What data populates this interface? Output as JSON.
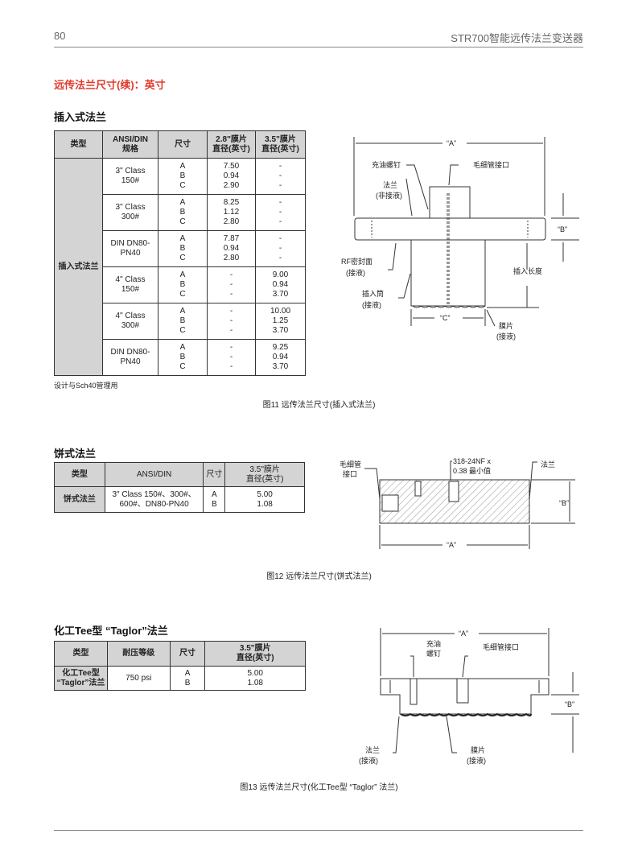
{
  "header": {
    "page_number": "80",
    "doc_title": "STR700智能远传法兰变送器"
  },
  "section_title": "远传法兰尺寸(续)：英寸",
  "insert": {
    "title": "插入式法兰",
    "headers": [
      "类型",
      "ANSI/DIN\n规格",
      "尺寸",
      "2.8\"膜片\n直径(英寸)",
      "3.5\"膜片\n直径(英寸)"
    ],
    "type": "插入式法兰",
    "rows": [
      {
        "spec": "3\" Class\n150#",
        "dims": "A\nB\nC",
        "d28": "7.50\n0.94\n2.90",
        "d35": "-\n-\n-"
      },
      {
        "spec": "3\" Class\n300#",
        "dims": "A\nB\nC",
        "d28": "8.25\n1.12\n2.80",
        "d35": "-\n-\n-"
      },
      {
        "spec": "DIN DN80-\nPN40",
        "dims": "A\nB\nC",
        "d28": "7.87\n0.94\n2.80",
        "d35": "-\n-\n-"
      },
      {
        "spec": "4\" Class\n150#",
        "dims": "A\nB\nC",
        "d28": "-\n-\n-",
        "d35": "9.00\n0.94\n3.70"
      },
      {
        "spec": "4\" Class\n300#",
        "dims": "A\nB\nC",
        "d28": "-\n-\n-",
        "d35": "10.00\n1.25\n3.70"
      },
      {
        "spec": "DIN DN80-\nPN40",
        "dims": "A\nB\nC",
        "d28": "-\n-\n-",
        "d35": "9.25\n0.94\n3.70"
      }
    ],
    "note": "设计与Sch40管理用",
    "caption": "图11  远传法兰尺寸(插入式法兰)",
    "diagram": {
      "A": "“A”",
      "B": "“B”",
      "C": "“C”",
      "fill_screw": "充油螺钉",
      "capillary": "毛细管接口",
      "flange1": "法兰",
      "flange2": "(非接液)",
      "rf1": "RF密封面",
      "rf2": "(接液)",
      "tube1": "插入筒",
      "tube2": "(接液)",
      "length": "插入长度",
      "diaph1": "膜片",
      "diaph2": "(接液)"
    }
  },
  "pancake": {
    "title": "饼式法兰",
    "headers": [
      "类型",
      "ANSI/DIN",
      "尺寸",
      "3.5\"膜片\n直径(英寸)"
    ],
    "row": {
      "type": "饼式法兰",
      "spec": "3\" Class 150#、300#、\n600#、DN80-PN40",
      "dims": "A\nB",
      "val": "5.00\n1.08"
    },
    "caption": "图12  远传法兰尺寸(饼式法兰)",
    "diagram": {
      "cap1": "毛细管",
      "cap2": "接口",
      "thread1": "318-24NF x",
      "thread2": "0.38 最小值",
      "flange": "法兰",
      "A": "“A”",
      "B": "“B”"
    }
  },
  "tee": {
    "title": "化工Tee型 “Taglor”法兰",
    "headers": [
      "类型",
      "耐压等级",
      "尺寸",
      "3.5\"膜片\n直径(英寸)"
    ],
    "row": {
      "type": "化工Tee型\n“Taglor”法兰",
      "rating": "750 psi",
      "dims": "A\nB",
      "val": "5.00\n1.08"
    },
    "caption": "图13  远传法兰尺寸(化工Tee型 “Taglor” 法兰)",
    "diagram": {
      "A": "“A”",
      "B": "“B”",
      "screw1": "充油",
      "screw2": "螺钉",
      "capillary": "毛细管接口",
      "flange1": "法兰",
      "flange2": "(接液)",
      "diaph1": "膜片",
      "diaph2": "(接液)"
    }
  }
}
